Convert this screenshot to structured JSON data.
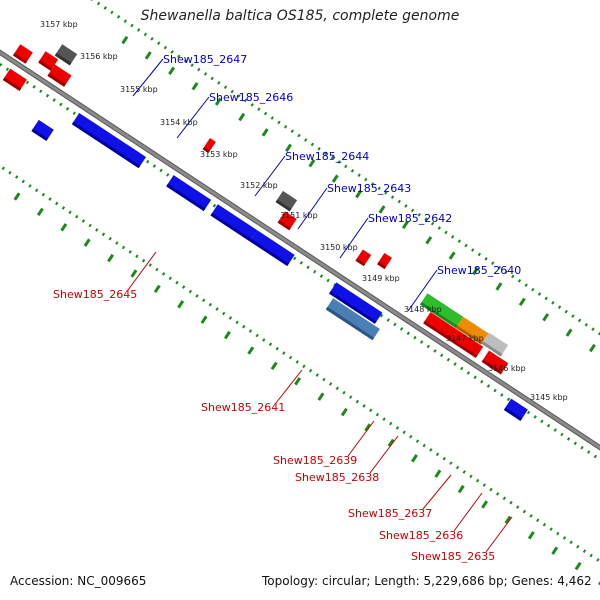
{
  "title": "Shewanella baltica OS185, complete genome",
  "footer": {
    "accession": "Accession: NC_009665",
    "summary": "Topology: circular; Length: 5,229,686 bp; Genes: 4,462"
  },
  "colors": {
    "backbone": "#8a8a8a",
    "ruler": "#1a8a1a",
    "forward_label": "#0000cc",
    "reverse_label": "#cc0000",
    "kbp_label": "#222222"
  },
  "ruler_labels": [
    {
      "text": "3157 kbp"
    },
    {
      "text": "3156 kbp"
    },
    {
      "text": "3155 kbp"
    },
    {
      "text": "3154 kbp"
    },
    {
      "text": "3153 kbp"
    },
    {
      "text": "3152 kbp"
    },
    {
      "text": "3151 kbp"
    },
    {
      "text": "3150 kbp"
    },
    {
      "text": "3149 kbp"
    },
    {
      "text": "3148 kbp"
    },
    {
      "text": "3147 kbp"
    },
    {
      "text": "3146 kbp"
    },
    {
      "text": "3145 kbp"
    }
  ],
  "genes": [
    {
      "name": "Shew185_2647",
      "strand": "forward"
    },
    {
      "name": "Shew185_2646",
      "strand": "forward"
    },
    {
      "name": "Shew185_2644",
      "strand": "forward"
    },
    {
      "name": "Shew185_2643",
      "strand": "forward"
    },
    {
      "name": "Shew185_2642",
      "strand": "forward"
    },
    {
      "name": "Shew185_2640",
      "strand": "forward"
    },
    {
      "name": "Shew185_2645",
      "strand": "reverse"
    },
    {
      "name": "Shew185_2641",
      "strand": "reverse"
    },
    {
      "name": "Shew185_2639",
      "strand": "reverse"
    },
    {
      "name": "Shew185_2638",
      "strand": "reverse"
    },
    {
      "name": "Shew185_2637",
      "strand": "reverse"
    },
    {
      "name": "Shew185_2636",
      "strand": "reverse"
    },
    {
      "name": "Shew185_2635",
      "strand": "reverse"
    }
  ]
}
